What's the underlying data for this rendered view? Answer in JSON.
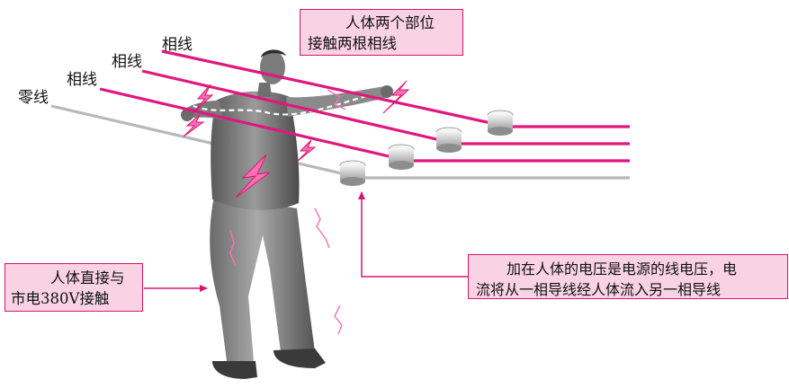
{
  "wires": {
    "neutral_label": "零线",
    "phase_label_1": "相线",
    "phase_label_2": "相线",
    "phase_label_3": "相线"
  },
  "callouts": {
    "top_line1": "人体两个部位",
    "top_line2": "接触两根相线",
    "left_line1": "人体直接与",
    "left_line2": "市电380V接触",
    "right_line1": "加在人体的电压是电源的线电压，电",
    "right_line2": "流将从一相导线经人体流入另一相导线"
  },
  "colors": {
    "phase_wire": "#e0177f",
    "neutral_wire": "#b8b8b8",
    "callout_fill": "#f9d3e3",
    "callout_border": "#d6166f",
    "arrow": "#d6166f",
    "spark": "#ff6fb5"
  }
}
